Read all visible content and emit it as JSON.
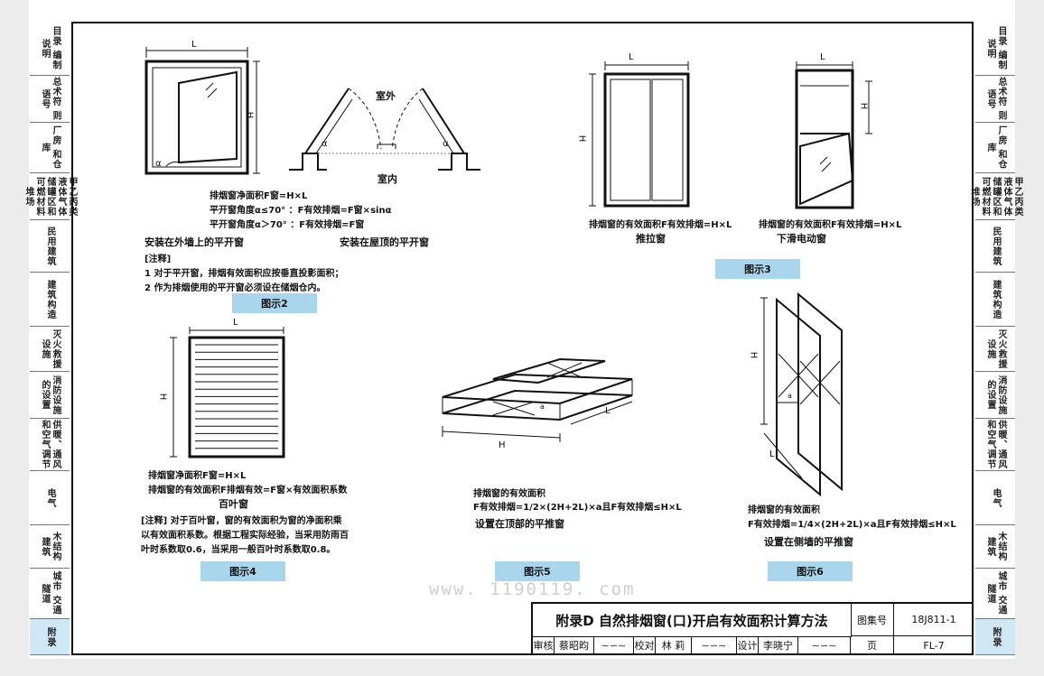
{
  "left_tabs": [
    {
      "label": "目录 编制说明"
    },
    {
      "label": "总术符 则语号"
    },
    {
      "label": "厂房 和仓库"
    },
    {
      "label": "甲乙丙类液体气体储罐区和可燃材料堆场"
    },
    {
      "label": "民用建筑"
    },
    {
      "label": "建筑构造"
    },
    {
      "label": "灭火救援 设施"
    },
    {
      "label": "消防设施 的设置"
    },
    {
      "label": "供暖、通风 和空气调节"
    },
    {
      "label": "电气"
    },
    {
      "label": "木结构 建筑"
    },
    {
      "label": "城市 交通隧道"
    },
    {
      "label": "附录"
    }
  ],
  "right_tabs": [
    {
      "label": "目录 编制说明"
    },
    {
      "label": "总术符 则语号"
    },
    {
      "label": "厂房 和仓库"
    },
    {
      "label": "甲乙丙类液体气体储罐区和可燃材料堆场"
    },
    {
      "label": "民用建筑"
    },
    {
      "label": "建筑构造"
    },
    {
      "label": "灭火救援 设施"
    },
    {
      "label": "消防设施 的设置"
    },
    {
      "label": "供暖、通风 和空气调节"
    },
    {
      "label": "电气"
    },
    {
      "label": "木结构 建筑"
    },
    {
      "label": "城市 交通隧道"
    },
    {
      "label": "附录"
    }
  ],
  "fig2": {
    "dim_L": "L",
    "dim_H": "H",
    "alpha": "α",
    "outdoor": "室外",
    "indoor": "室内",
    "formula1": "排烟窗净面积F窗=H×L",
    "formula2": "平开窗角度α≤70°  ：F有效排烟=F窗×sinα",
    "formula3": "平开窗角度α＞70°  ：F有效排烟=F窗",
    "label_wall": "安装在外墙上的平开窗",
    "label_roof": "安装在屋顶的平开窗",
    "note_head": "[注释]",
    "note1": "1  对于平开窗，排烟有效面积应按垂直投影面积；",
    "note2": "2  作为排烟使用的平开窗必须设在储烟仓内。",
    "caption": "图示2"
  },
  "fig3": {
    "dim_L1": "L",
    "dim_H1": "H",
    "dim_L2": "L",
    "dim_H2": "H",
    "formula_push": "排烟窗的有效面积F有效排烟=H×L",
    "label_push": "推拉窗",
    "formula_slide": "排烟窗的有效面积F有效排烟=H×L",
    "label_slide": "下滑电动窗",
    "caption": "图示3"
  },
  "fig4": {
    "dim_L": "L",
    "dim_H": "H",
    "formula1": "排烟窗净面积F窗=H×L",
    "formula2": "排烟窗的有效面积F排烟有效=F窗×有效面积系数",
    "label": "百叶窗",
    "note1": "[注释] 对于百叶窗，窗的有效面积为窗的净面积乘",
    "note2": "以有效面积系数。根据工程实际经验，当采用防雨百",
    "note3": "叶时系数取0.6，当采用一般百叶时系数取0.8。",
    "caption": "图示4"
  },
  "fig5": {
    "dim_H": "H",
    "dim_L": "L",
    "dim_a": "a",
    "formula1": "排烟窗的有效面积",
    "formula2": "F有效排烟=1/2×(2H+2L)×a且F有效排烟≤H×L",
    "label": "设置在顶部的平推窗",
    "caption": "图示5"
  },
  "fig6": {
    "dim_H": "H",
    "dim_L": "L",
    "dim_a": "a",
    "formula1": "排烟窗的有效面积",
    "formula2": "F有效排烟=1/4×(2H+2L)×a且F有效排烟≤H×L",
    "label": "设置在侧墙的平推窗",
    "caption": "图示6"
  },
  "watermark": "www. 1190119. com",
  "title_block": {
    "title": "附录D  自然排烟窗(口)开启有效面积计算方法",
    "atlas_label": "图集号",
    "atlas_no": "18J811-1",
    "review_label": "审核",
    "reviewer": "蔡昭昀",
    "check_label": "校对",
    "checker": "林  莉",
    "design_label": "设计",
    "designer": "李晓宁",
    "page_label": "页",
    "page_no": "FL-7"
  }
}
